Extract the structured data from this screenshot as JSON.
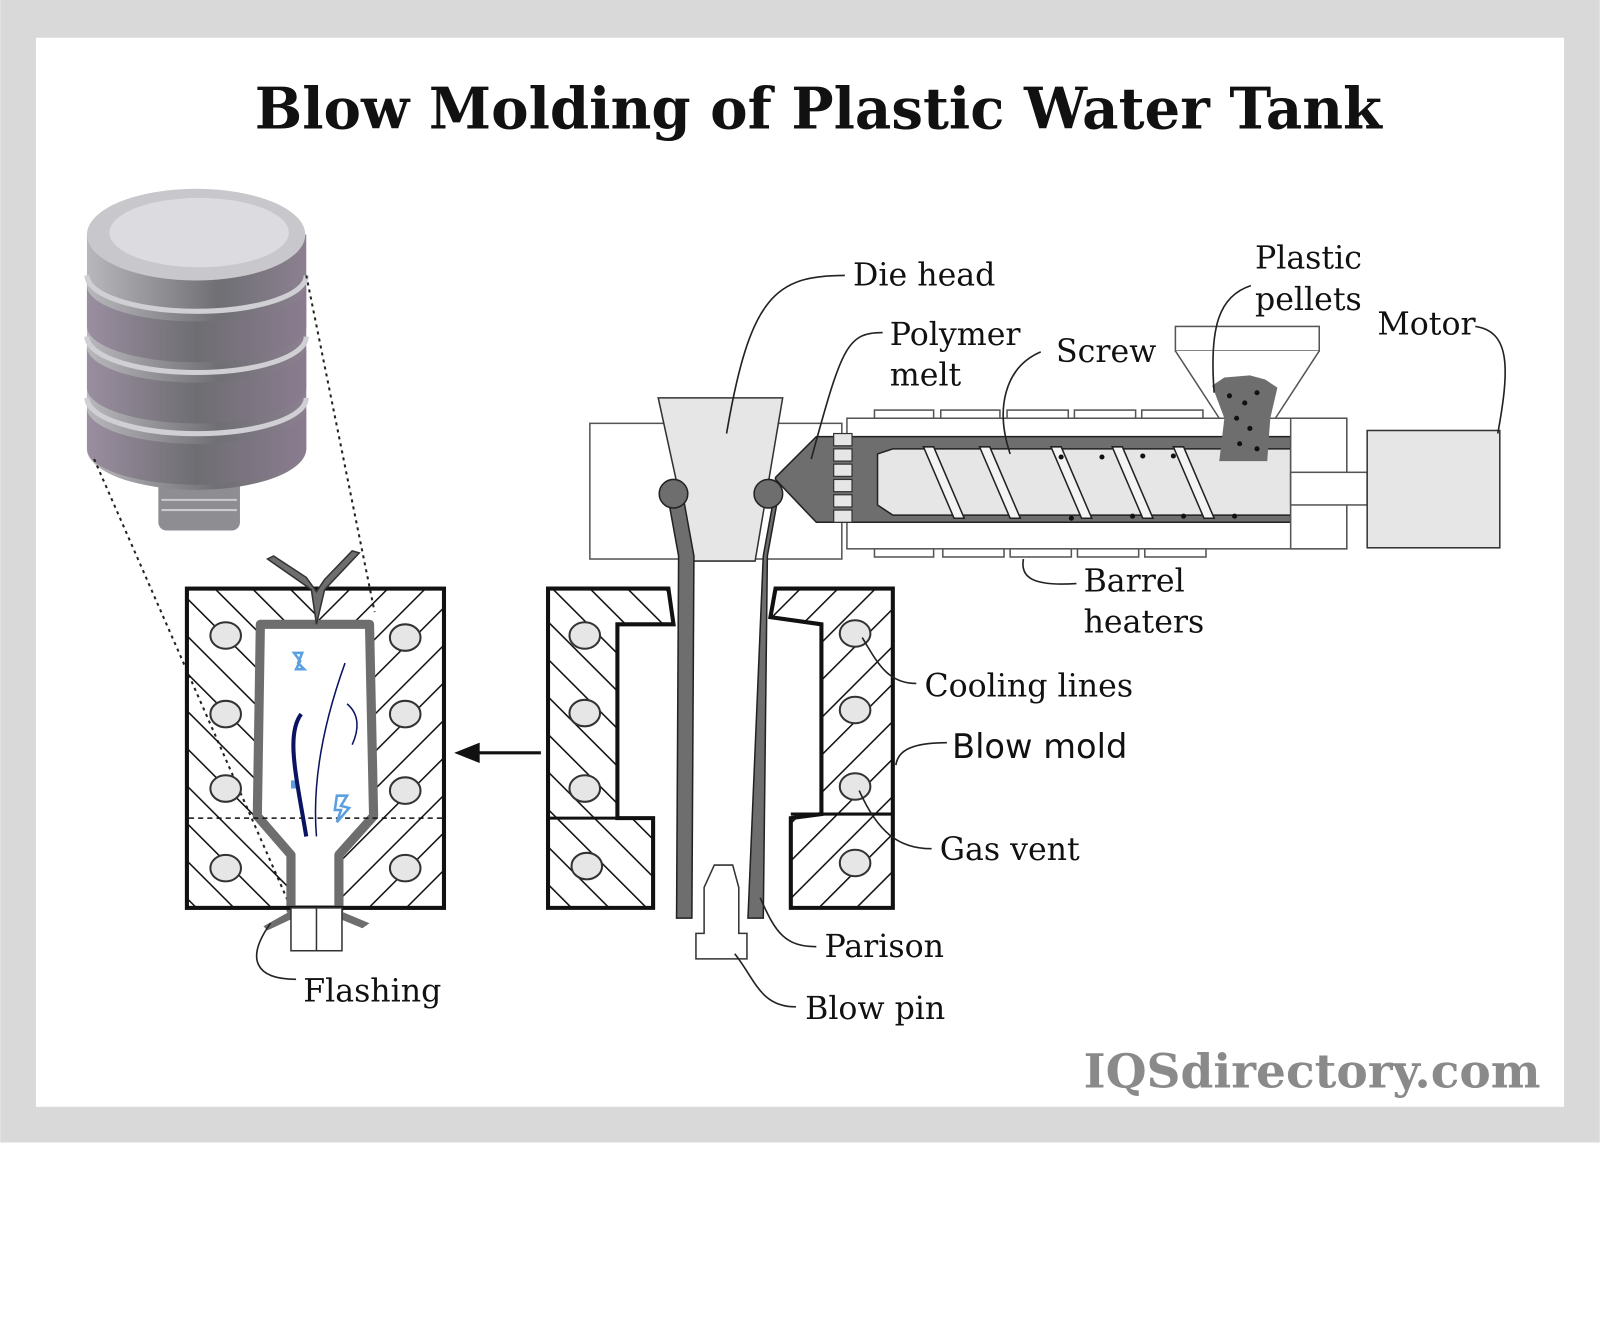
{
  "title": "Blow Molding of Plastic Water Tank",
  "watermark": "IQSdirectory.com",
  "labels": {
    "die_head": "Die head",
    "plastic_pellets_1": "Plastic",
    "plastic_pellets_2": "pellets",
    "motor": "Motor",
    "polymer_melt_1": "Polymer",
    "polymer_melt_2": "melt",
    "screw": "Screw",
    "barrel_heaters_1": "Barrel",
    "barrel_heaters_2": "heaters",
    "cooling_lines": "Cooling lines",
    "blow_mold": "Blow mold",
    "gas_vent": "Gas vent",
    "parison": "Parison",
    "blow_pin": "Blow pin",
    "flashing": "Flashing"
  },
  "colors": {
    "frame": "#d9d9d9",
    "melt": "#6e6e6e",
    "light_fill": "#e6e6e6",
    "tank_band": "#8c8090",
    "air_blue": "#5aa0e0",
    "air_navy": "#0a1460"
  }
}
